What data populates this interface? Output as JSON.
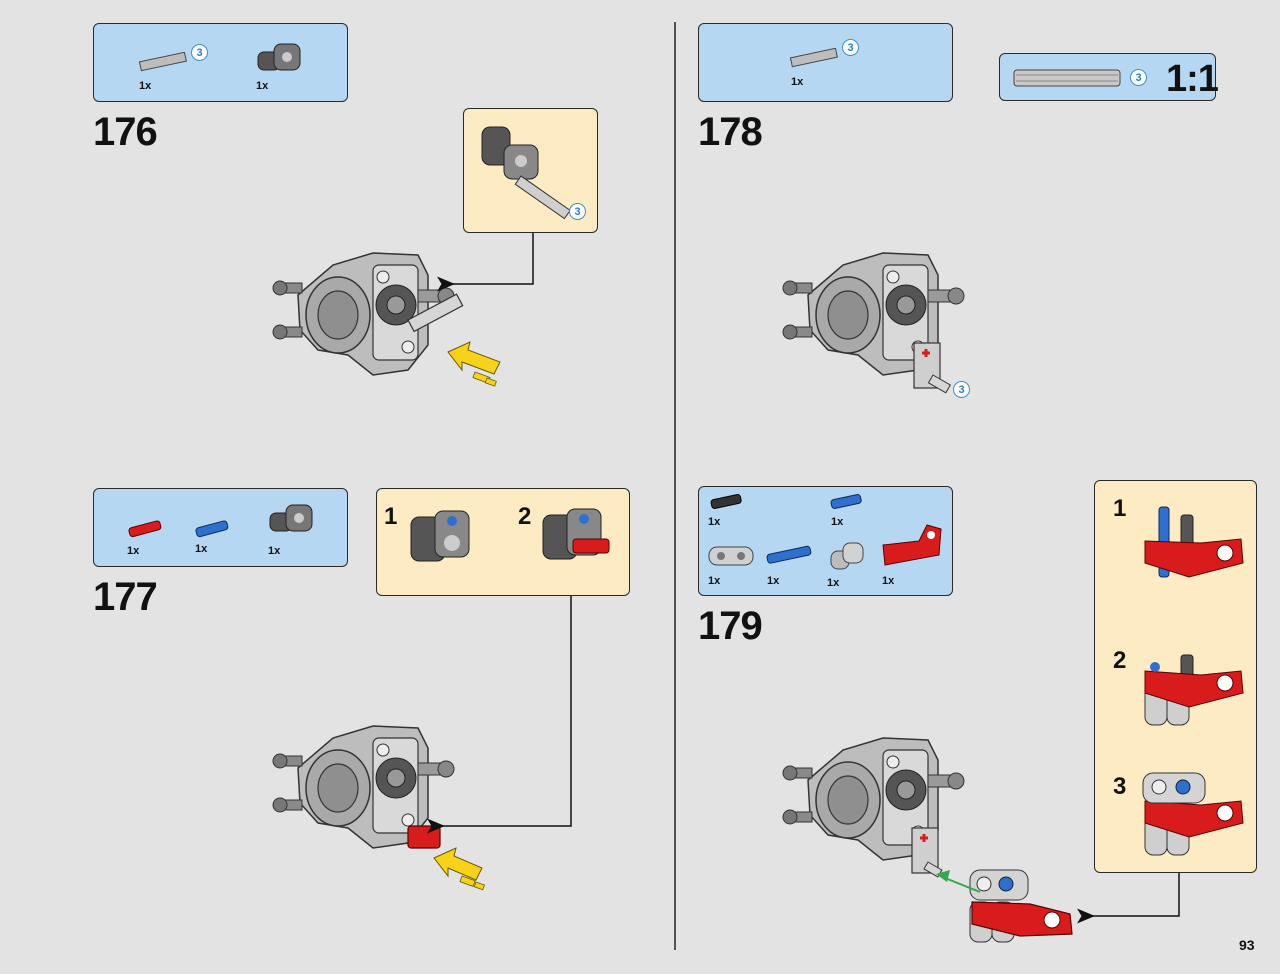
{
  "page": {
    "number": "93"
  },
  "steps": {
    "s176": {
      "number": "176",
      "parts": [
        {
          "qty": "1x",
          "length": "3"
        },
        {
          "qty": "1x"
        }
      ],
      "sub_length": "3"
    },
    "s177": {
      "number": "177",
      "parts": [
        {
          "qty": "1x"
        },
        {
          "qty": "1x"
        },
        {
          "qty": "1x"
        }
      ],
      "sub_steps": [
        "1",
        "2"
      ]
    },
    "s178": {
      "number": "178",
      "parts": [
        {
          "qty": "1x",
          "length": "3"
        }
      ],
      "model_length": "3",
      "scale": {
        "length": "3",
        "label": "1:1"
      }
    },
    "s179": {
      "number": "179",
      "parts": [
        {
          "qty": "1x"
        },
        {
          "qty": "1x"
        },
        {
          "qty": "1x"
        },
        {
          "qty": "1x"
        },
        {
          "qty": "1x"
        },
        {
          "qty": "1x"
        }
      ],
      "sub_steps": [
        "1",
        "2",
        "3"
      ]
    }
  },
  "colors": {
    "parts_bg": "#b6d7f2",
    "sub_bg": "#fdebc3",
    "brick_red": "#d81c1c",
    "brick_blue": "#2f6fd0",
    "light_gray": "#cfcfcf",
    "dark_gray": "#555555",
    "arrow_yellow": "#f7d21a",
    "arrow_green": "#3aa64a"
  }
}
